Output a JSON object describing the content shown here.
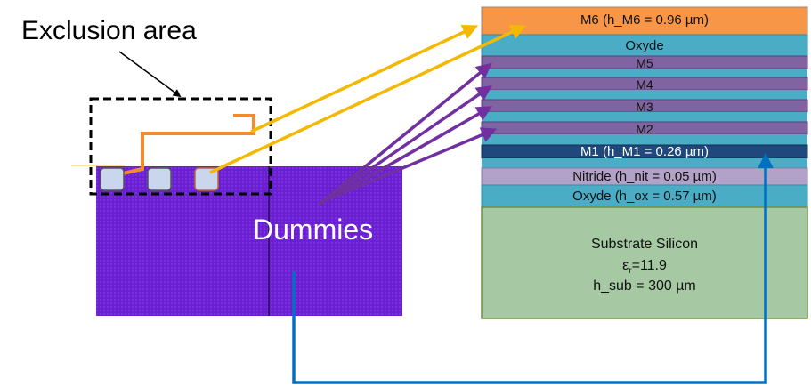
{
  "labels": {
    "exclusion_area": "Exclusion area",
    "dummies": "Dummies"
  },
  "stack": {
    "layers": [
      {
        "id": "m6",
        "label": "M6 (h_M6 = 0.96 µm)",
        "color": "#F79646"
      },
      {
        "id": "oxyde-top",
        "label": "Oxyde",
        "color": "#4BACC6"
      },
      {
        "id": "m5",
        "label": "M5",
        "color": "#8064A2"
      },
      {
        "id": "m4",
        "label": "M4",
        "color": "#8064A2"
      },
      {
        "id": "m3",
        "label": "M3",
        "color": "#8064A2"
      },
      {
        "id": "m2",
        "label": "M2",
        "color": "#8064A2"
      },
      {
        "id": "m1",
        "label": "M1 (h_M1 = 0.26 µm)",
        "color": "#1F497D"
      },
      {
        "id": "nitride",
        "label": "Nitride (h_nit = 0.05 µm)",
        "color": "#B3A2C7"
      },
      {
        "id": "oxyde-bottom",
        "label": "Oxyde (h_ox = 0.57 µm)",
        "color": "#4BACC6"
      }
    ],
    "substrate": {
      "name": "Substrate Silicon",
      "eps_symbol": "ε",
      "eps_sub": "r",
      "eps_value": "=11.9",
      "height": "h_sub = 300 µm",
      "color": "#A6C9A3"
    }
  },
  "colors": {
    "arrow_yellow": "#F5B800",
    "arrow_purple": "#7030A0",
    "arrow_blue": "#0070C0",
    "dummy_fill": "#6A1FD0",
    "pad_fill": "#C9D6EE",
    "route_orange": "#F28A2E"
  }
}
